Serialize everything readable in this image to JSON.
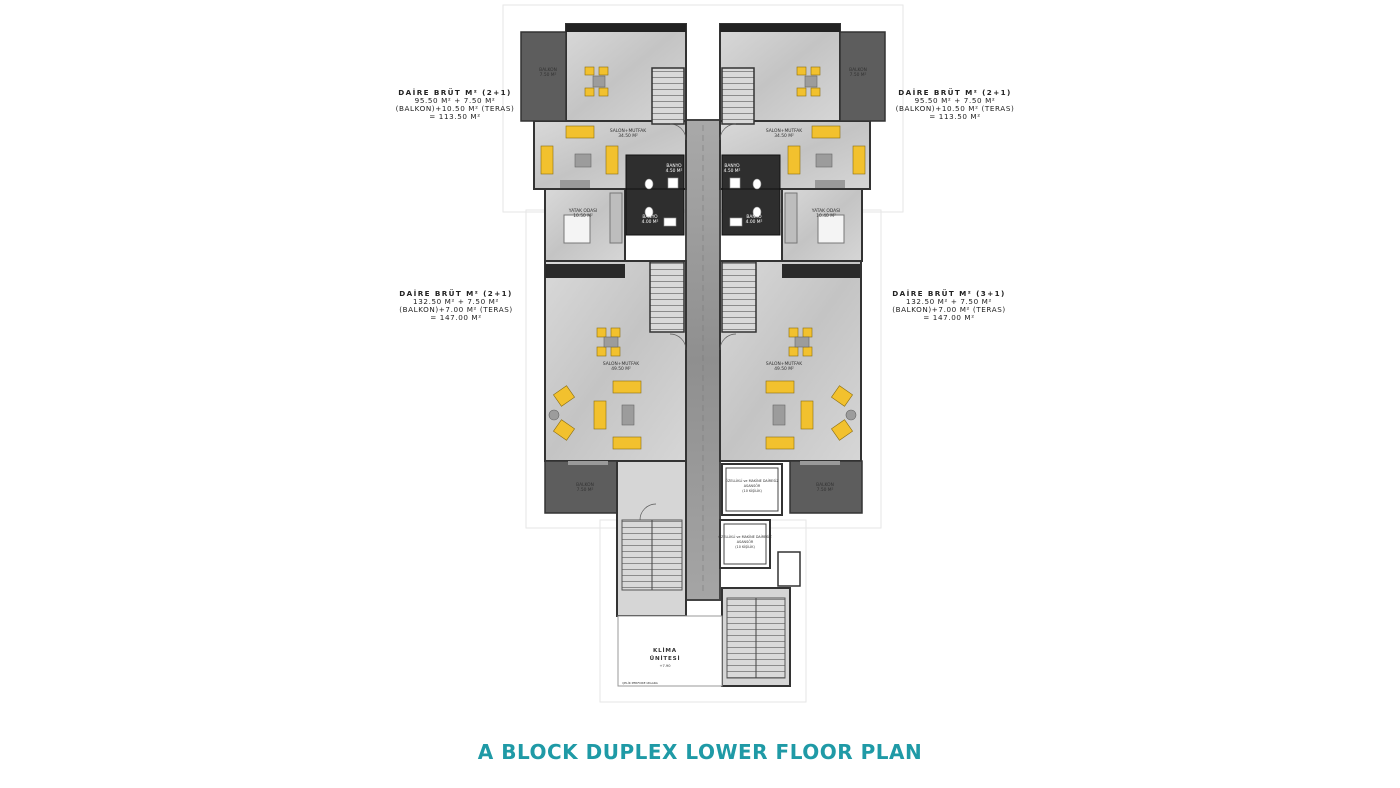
{
  "title": "A BLOCK DUPLEX LOWER FLOOR PLAN",
  "colors": {
    "title": "#1f9aa6",
    "floor": "#cfcfcf",
    "wall": "#333333",
    "furniture": "#f2c12e",
    "balcony": "#5a5a5a"
  },
  "units": [
    {
      "id": "top-left",
      "title": "DAİRE BRÜT M² (2+1)",
      "line1": "95.50 M² + 7.50 M²",
      "line2": "(BALKON)+10.50 M² (TERAS)",
      "total": "= 113.50 M²"
    },
    {
      "id": "top-right",
      "title": "DAİRE BRÜT M² (2+1)",
      "line1": "95.50 M² + 7.50 M²",
      "line2": "(BALKON)+10.50 M² (TERAS)",
      "total": "= 113.50 M²"
    },
    {
      "id": "bottom-left",
      "title": "DAİRE BRÜT M² (2+1)",
      "line1": "132.50 M² + 7.50 M²",
      "line2": "(BALKON)+7.00 M² (TERAS)",
      "total": "= 147.00 M²"
    },
    {
      "id": "bottom-right",
      "title": "DAİRE BRÜT M² (3+1)",
      "line1": "132.50 M² + 7.50 M²",
      "line2": "(BALKON)+7.00 M² (TERAS)",
      "total": "= 147.00 M²"
    }
  ],
  "rooms": {
    "balkon_top_left": {
      "name": "BALKON",
      "area": "7.50 M²"
    },
    "balkon_top_right": {
      "name": "BALKON",
      "area": "7.50 M²"
    },
    "salon_top_left": {
      "name": "SALON+MUTFAK",
      "area": "34.50 M²"
    },
    "salon_top_right": {
      "name": "SALON+MUTFAK",
      "area": "34.50 M²"
    },
    "banyo1_left": {
      "name": "BANYO",
      "area": "4.50 M²"
    },
    "banyo1_right": {
      "name": "BANYO",
      "area": "4.50 M²"
    },
    "banyo2_left": {
      "name": "BANYO",
      "area": "4.00 M²"
    },
    "banyo2_right": {
      "name": "BANYO",
      "area": "4.00 M²"
    },
    "yatak_left": {
      "name": "YATAK ODASI",
      "area": "10.50 M²"
    },
    "yatak_right": {
      "name": "YATAK ODASI",
      "area": "10.40 M²"
    },
    "salon_bottom_left": {
      "name": "SALON+MUTFAK",
      "area": "49.50 M²"
    },
    "salon_bottom_right": {
      "name": "SALON+MUTFAK",
      "area": "49.50 M²"
    },
    "balkon_bottom_left": {
      "name": "BALKON",
      "area": "7.50 M²"
    },
    "balkon_bottom_right": {
      "name": "BALKON",
      "area": "7.50 M²"
    },
    "elevator1": {
      "line1": "ÖZELLİKLİ ve MAKİNE DAİRESİZ",
      "line2": "ASANSÖR",
      "line3": "(10 KİŞİLİK)"
    },
    "elevator2": {
      "line1": "ÖZELLİKLİ ve MAKİNE DAİRESİZ",
      "line2": "ASANSÖR",
      "line3": "(10 KİŞİLİK)"
    },
    "klima": {
      "line1": "KLİMA",
      "line2": "ÜNİTESİ",
      "level": "+7.90",
      "note": "ÇELİK PERFORE IZGARA"
    }
  }
}
